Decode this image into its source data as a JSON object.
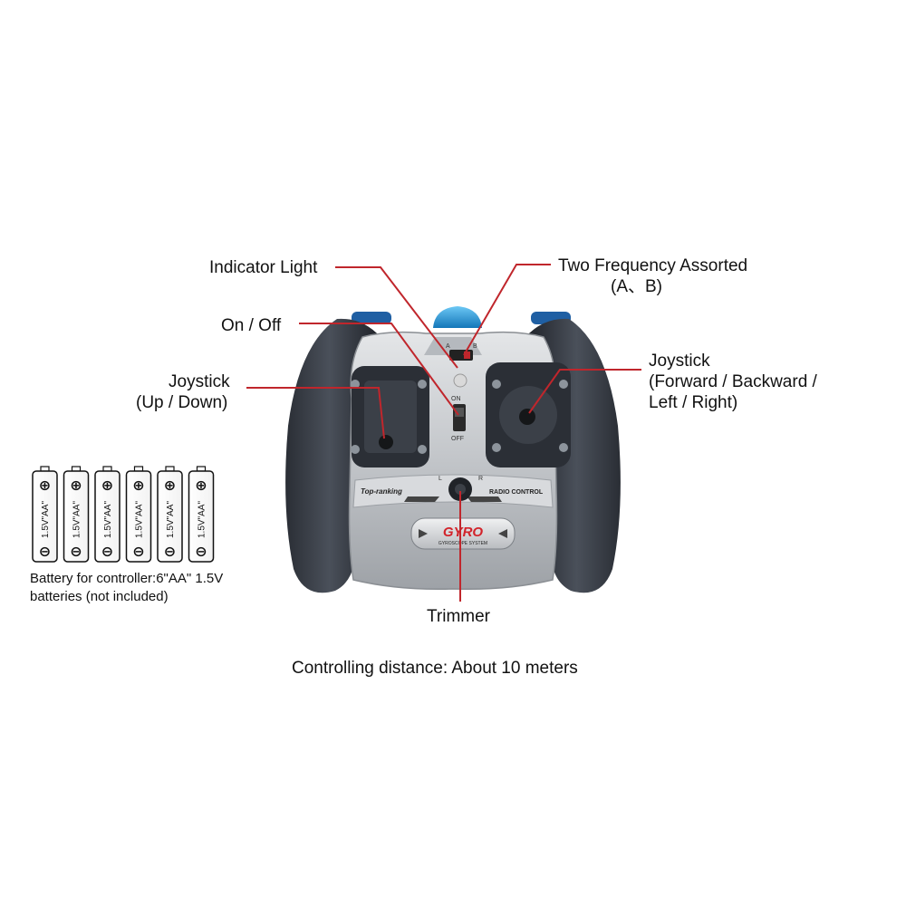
{
  "labels": {
    "indicator_light": "Indicator Light",
    "two_frequency": "Two Frequency Assorted",
    "two_frequency_sub": "(A、B)",
    "on_off": "On / Off",
    "joystick_left_title": "Joystick",
    "joystick_left_sub": "(Up / Down)",
    "joystick_right_title": "Joystick",
    "joystick_right_sub1": "(Forward / Backward /",
    "joystick_right_sub2": "Left / Right)",
    "trimmer": "Trimmer",
    "distance": "Controlling distance: About 10 meters"
  },
  "battery": {
    "count": 6,
    "cell_label": "1.5V\"AA\"",
    "caption_line1": "Battery for controller:6\"AA\" 1.5V",
    "caption_line2": "batteries (not included)"
  },
  "controller": {
    "brand_left": "Top-ranking",
    "brand_right": "RADIO CONTROL",
    "gyro": "GYRO",
    "gyro_sub": "GYROSCOPE SYSTEM",
    "switch_on": "ON",
    "switch_off": "OFF",
    "freq_a": "A",
    "freq_b": "B",
    "trim_l": "L",
    "trim_r": "R"
  },
  "colors": {
    "leader_line": "#c0262c",
    "accent_blue": "#1a8fd6",
    "gyro_red": "#d2232a"
  }
}
